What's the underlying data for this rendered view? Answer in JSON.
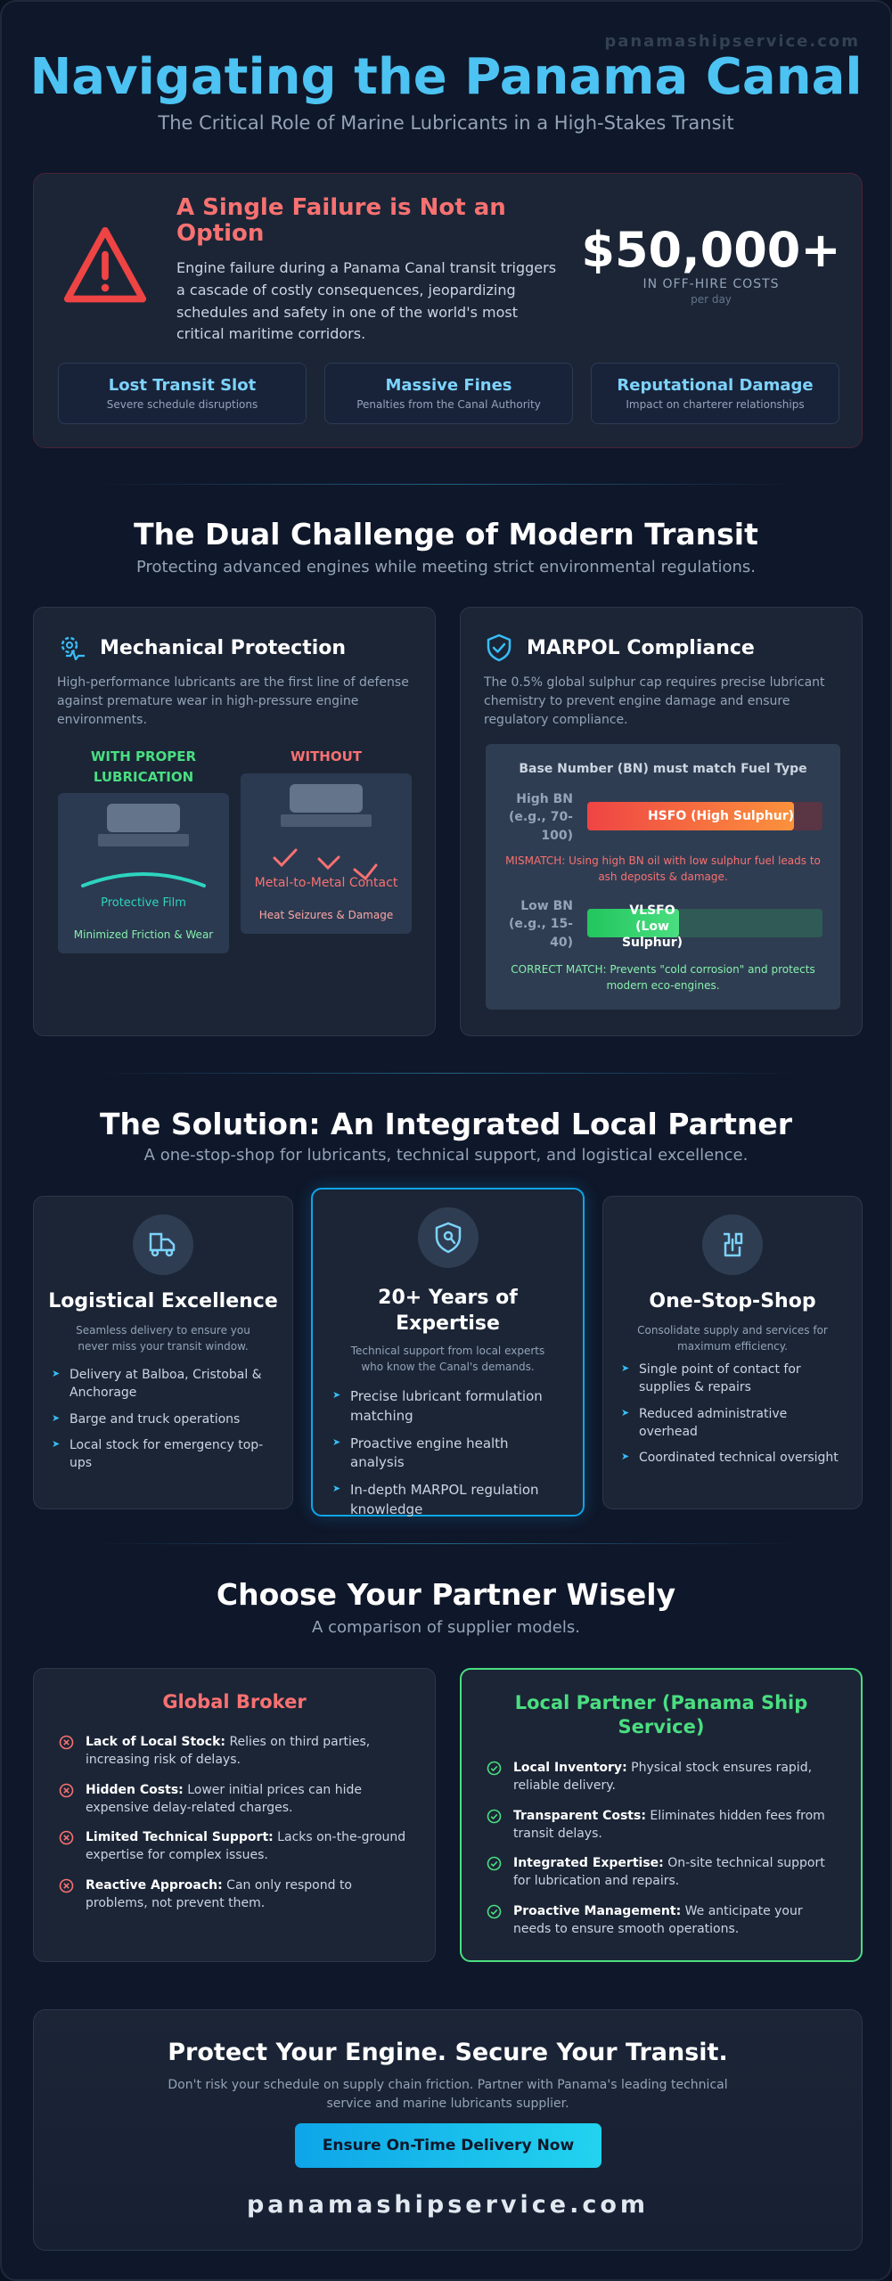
{
  "brand": "panamashipservice.com",
  "header": {
    "title": "Navigating the Panama Canal",
    "subtitle": "The Critical Role of Marine Lubricants in a High-Stakes Transit"
  },
  "alert": {
    "title": "A Single Failure is Not an Option",
    "text": "Engine failure during a Panama Canal transit triggers a cascade of costly consequences, jeopardizing schedules and safety in one of the world's most critical maritime corridors.",
    "cost_value": "$50,000+",
    "cost_label": "IN OFF-HIRE COSTS",
    "cost_per": "per day",
    "consequences": [
      {
        "title": "Lost Transit Slot",
        "sub": "Severe schedule disruptions"
      },
      {
        "title": "Massive Fines",
        "sub": "Penalties from the Canal Authority"
      },
      {
        "title": "Reputational Damage",
        "sub": "Impact on charterer relationships"
      }
    ]
  },
  "dual": {
    "title": "The Dual Challenge of Modern Transit",
    "subtitle": "Protecting advanced engines while meeting strict environmental regulations.",
    "mechanical": {
      "title": "Mechanical Protection",
      "desc": "High-performance lubricants are the first line of defense against premature wear in high-pressure engine environments.",
      "with_label": "WITH PROPER LUBRICATION",
      "without_label": "WITHOUT",
      "film_label": "Protective Film",
      "film_caption": "Minimized Friction & Wear",
      "contact_label": "Metal-to-Metal Contact",
      "contact_caption": "Heat Seizures & Damage"
    },
    "marpol": {
      "title": "MARPOL Compliance",
      "desc": "The 0.5% global sulphur cap requires precise lubricant chemistry to prevent engine damage and ensure regulatory compliance.",
      "bn_title": "Base Number (BN) must match Fuel Type",
      "high_label": "High BN (e.g., 70-100)",
      "high_fuel": "HSFO (High Sulphur)",
      "high_fill": 0.88,
      "mismatch": "MISMATCH: Using high BN oil with low sulphur fuel leads to ash deposits & damage.",
      "low_label": "Low BN (e.g., 15-40)",
      "low_fuel": "VLSFO (Low Sulphur)",
      "low_fill": 0.39,
      "match": "CORRECT MATCH: Prevents \"cold corrosion\" and protects modern eco-engines."
    }
  },
  "solution": {
    "title": "The Solution: An Integrated Local Partner",
    "subtitle": "A one-stop-shop for lubricants, technical support, and logistical excellence.",
    "cards": [
      {
        "icon": "logistics-icon",
        "title": "Logistical Excellence",
        "sub": "Seamless delivery to ensure you never miss your transit window.",
        "items": [
          "Delivery at Balboa, Cristobal & Anchorage",
          "Barge and truck operations",
          "Local stock for emergency top-ups"
        ]
      },
      {
        "icon": "expertise-shield-icon",
        "title": "20+ Years of Expertise",
        "sub": "Technical support from local experts who know the Canal's demands.",
        "items": [
          "Precise lubricant formulation matching",
          "Proactive engine health analysis",
          "In-depth MARPOL regulation knowledge"
        ]
      },
      {
        "icon": "one-stop-shop-icon",
        "title": "One-Stop-Shop",
        "sub": "Consolidate supply and services for maximum efficiency.",
        "items": [
          "Single point of contact for supplies & repairs",
          "Reduced administrative overhead",
          "Coordinated technical oversight"
        ]
      }
    ]
  },
  "compare": {
    "title": "Choose Your Partner Wisely",
    "subtitle": "A comparison of supplier models.",
    "broker": {
      "title": "Global Broker",
      "items": [
        {
          "bold": "Lack of Local Stock:",
          "text": " Relies on third parties, increasing risk of delays."
        },
        {
          "bold": "Hidden Costs:",
          "text": " Lower initial prices can hide expensive delay-related charges."
        },
        {
          "bold": "Limited Technical Support:",
          "text": " Lacks on-the-ground expertise for complex issues."
        },
        {
          "bold": "Reactive Approach:",
          "text": " Can only respond to problems, not prevent them."
        }
      ]
    },
    "local": {
      "title": "Local Partner (Panama Ship Service)",
      "items": [
        {
          "bold": "Local Inventory:",
          "text": " Physical stock ensures rapid, reliable delivery."
        },
        {
          "bold": "Transparent Costs:",
          "text": " Eliminates hidden fees from transit delays."
        },
        {
          "bold": "Integrated Expertise:",
          "text": " On-site technical support for lubrication and repairs."
        },
        {
          "bold": "Proactive Management:",
          "text": " We anticipate your needs to ensure smooth operations."
        }
      ]
    }
  },
  "cta": {
    "title": "Protect Your Engine. Secure Your Transit.",
    "text": "Don't risk your schedule on supply chain friction. Partner with Panama's leading technical service and marine lubricants supplier.",
    "button": "Ensure On-Time Delivery Now",
    "brand": "panamashipservice.com"
  },
  "colors": {
    "accent": "#38bdf8",
    "danger": "#f87171",
    "success": "#4ade80",
    "background": "#0f172a"
  }
}
